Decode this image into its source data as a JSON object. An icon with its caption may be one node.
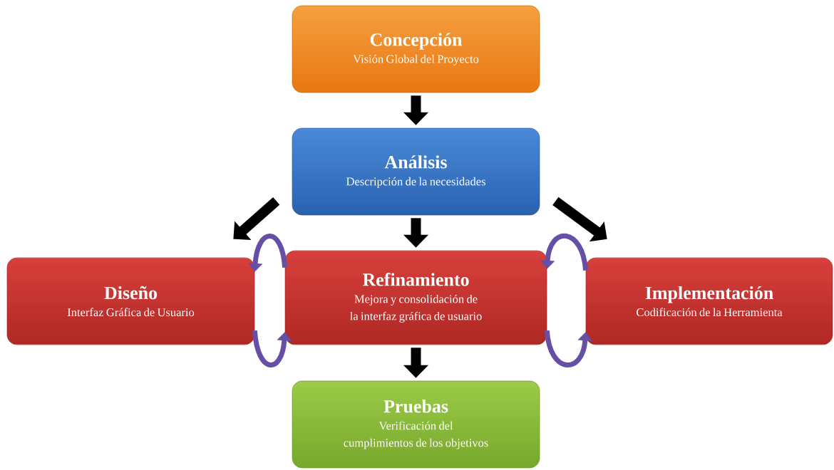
{
  "diagram": {
    "nodes": [
      {
        "text": [
          "Concepción",
          "Visión Global del Proyecto"
        ]
      },
      {
        "text": [
          "Análisis",
          "Descripción de la necesidades"
        ]
      },
      {
        "text": [
          "Diseño",
          "Interfaz Gráfica de Usuario"
        ]
      },
      {
        "text": [
          "Refinamiento",
          "Mejora y consolidación de la interfaz gráfica de usuario"
        ]
      },
      {
        "text": [
          "Implementación",
          "Codificación de la Herramienta"
        ]
      },
      {
        "text": [
          "Pruebas",
          "Verificación del cumplimientos de los objetivos"
        ]
      }
    ],
    "edges": [
      {
        "from": 0,
        "to": 1,
        "arrow": "to"
      },
      {
        "from": 1,
        "to": 2,
        "arrow": "to"
      },
      {
        "from": 1,
        "to": 3,
        "arrow": "to"
      },
      {
        "from": 1,
        "to": 4,
        "arrow": "to"
      },
      {
        "from": 3,
        "to": 2,
        "arrow": "to",
        "color": "#6650a6"
      },
      {
        "from": 2,
        "to": 3,
        "arrow": "to",
        "color": "#6650a6"
      },
      {
        "from": 4,
        "to": 3,
        "arrow": "to",
        "color": "#6650a6"
      },
      {
        "from": 3,
        "to": 4,
        "arrow": "to",
        "color": "#6650a6"
      },
      {
        "from": 3,
        "to": 5,
        "arrow": "to"
      }
    ]
  }
}
